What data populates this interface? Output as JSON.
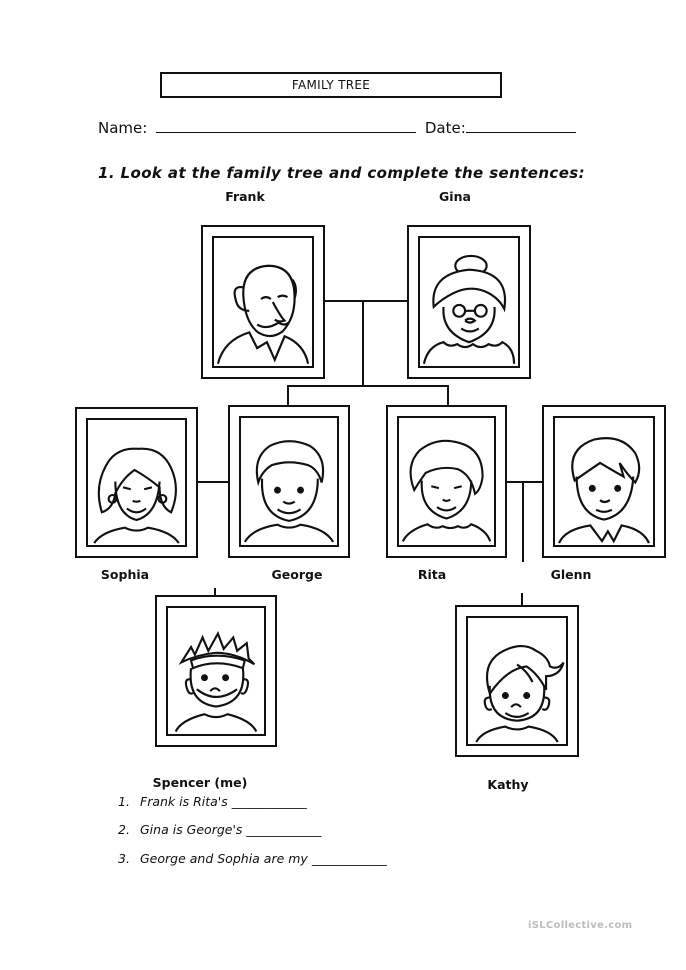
{
  "worksheet": {
    "title": "FAMILY TREE",
    "name_label": "Name:",
    "date_label": "Date:",
    "instruction": "1. Look at the family tree and complete the sentences:"
  },
  "family": {
    "grandfather": {
      "name": "Frank",
      "icon": "grandfather-portrait"
    },
    "grandmother": {
      "name": "Gina",
      "icon": "grandmother-portrait"
    },
    "aunt": {
      "name": "Sophia",
      "icon": "woman-curly-hair-portrait"
    },
    "father": {
      "name": "George",
      "icon": "man-curly-hair-portrait"
    },
    "mother": {
      "name": "Rita",
      "icon": "woman-short-curly-hair-portrait"
    },
    "uncle": {
      "name": "Glenn",
      "icon": "man-straight-hair-portrait"
    },
    "me": {
      "name": "Spencer (me)",
      "icon": "boy-spiky-hair-portrait"
    },
    "cousin": {
      "name": "Kathy",
      "icon": "girl-ponytail-portrait"
    }
  },
  "questions": [
    {
      "num": "1.",
      "text": "Frank is Rita's",
      "blank": "____________"
    },
    {
      "num": "2.",
      "text": "Gina is George's",
      "blank": "____________"
    },
    {
      "num": "3.",
      "text": "George and Sophia are my",
      "blank": "____________"
    }
  ],
  "watermark": "iSLCollective.com"
}
